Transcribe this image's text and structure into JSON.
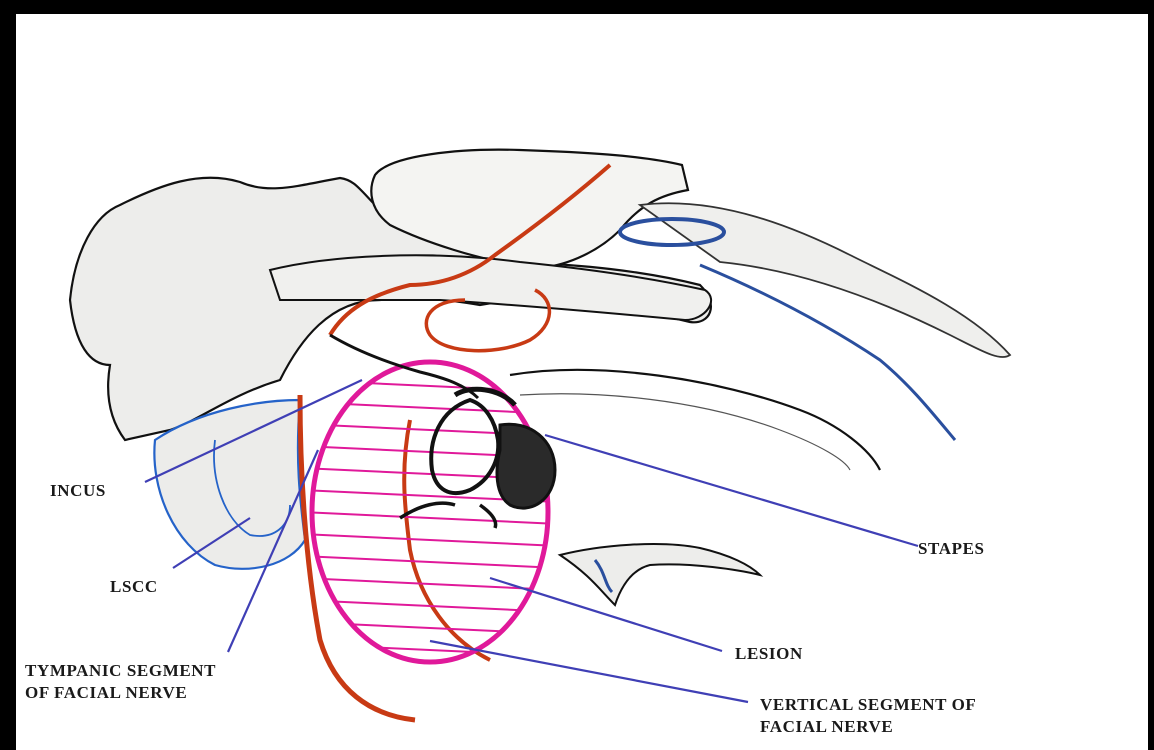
{
  "labels": {
    "incus": "INCUS",
    "lscc": "LSCC",
    "tympanic_line1": "TYMPANIC SEGMENT",
    "tympanic_line2": "OF FACIAL NERVE",
    "stapes": "STAPES",
    "lesion": "LESION",
    "vertical_line1": "VERTICAL SEGMENT OF",
    "vertical_line2": "FACIAL NERVE"
  },
  "colors": {
    "outline": "#111111",
    "bone_fill": "#ededeb",
    "facial_nerve": "#c83a14",
    "lesion": "#e0199a",
    "leader_line": "#3f3fb5",
    "canal_blue": "#2a4f9e",
    "frame": "#000000"
  }
}
